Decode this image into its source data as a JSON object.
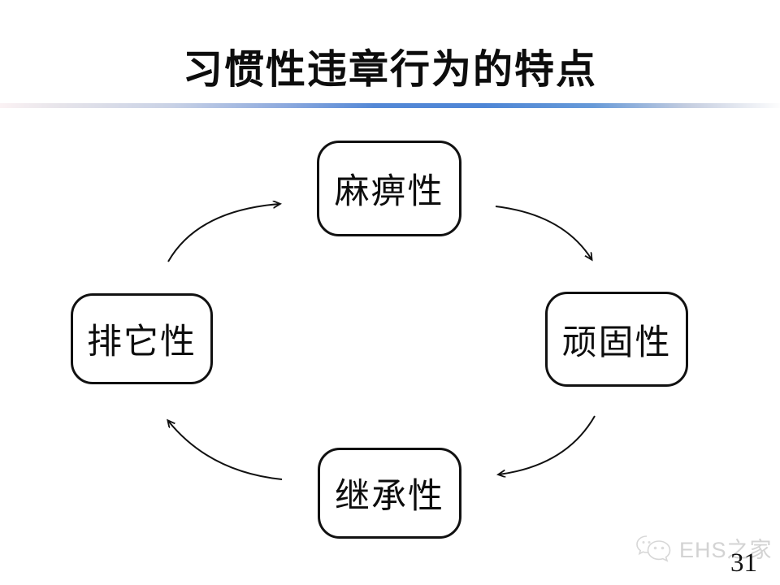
{
  "slide": {
    "title": "习惯性违章行为的特点",
    "page_number": "31",
    "accent_color": "#4e86d6"
  },
  "watermark": {
    "icon": "wechat-icon",
    "text": "EHS之家"
  },
  "diagram": {
    "type": "cycle",
    "direction": "clockwise",
    "nodes": [
      {
        "position": "top",
        "label": "麻痹性"
      },
      {
        "position": "right",
        "label": "顽固性"
      },
      {
        "position": "bottom",
        "label": "继承性"
      },
      {
        "position": "left",
        "label": "排它性"
      }
    ],
    "edges": [
      {
        "from": "排它性",
        "to": "麻痹性"
      },
      {
        "from": "麻痹性",
        "to": "顽固性"
      },
      {
        "from": "顽固性",
        "to": "继承性"
      },
      {
        "from": "继承性",
        "to": "排它性"
      }
    ]
  }
}
